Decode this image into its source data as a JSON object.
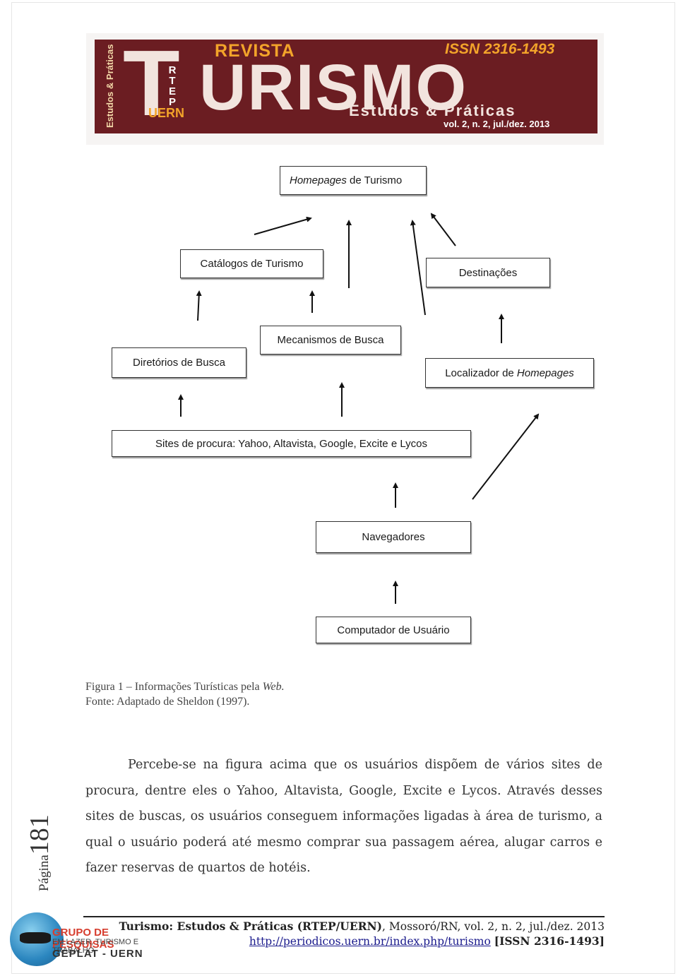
{
  "banner": {
    "side_text": "Estudos & Práticas",
    "letter_t": "T",
    "rtep": "R T E P",
    "uern": "UERN",
    "revista": "REVISTA",
    "urismo": "URISMO",
    "issn": "ISSN 2316-1493",
    "subtitle": "Estudos & Práticas",
    "volume": "vol. 2, n. 2, jul./dez. 2013",
    "colors": {
      "background": "#6b1d22",
      "accent": "#f3a42a"
    }
  },
  "diagram": {
    "homepages": {
      "italic": "Homepages",
      "rest": " de Turismo"
    },
    "catalogos": "Catálogos de Turismo",
    "destinacoes": "Destinações",
    "mecanismos": "Mecanismos de Busca",
    "diretorios": "Diretórios de Busca",
    "localizador": {
      "rest": "Localizador de ",
      "italic": "Homepages"
    },
    "sites": "Sites de procura: Yahoo, Altavista, Google, Excite e Lycos",
    "navegadores": "Navegadores",
    "computador": "Computador de Usuário"
  },
  "caption": {
    "figure_prefix": "Figura 1 – Informações Turísticas pela ",
    "figure_italic": "Web.",
    "source": "Fonte: Adaptado de Sheldon (1997)."
  },
  "body": {
    "paragraph": "Percebe-se na figura acima que os usuários dispõem de vários sites de procura, dentre eles o Yahoo, Altavista, Google, Excite e Lycos. Através desses sites de buscas, os usuários conseguem informações ligadas à área de turismo, a qual o usuário poderá até mesmo comprar sua passagem aérea, alugar carros e fazer reservas de quartos de hotéis."
  },
  "side": {
    "label": "Página",
    "number": "181"
  },
  "footer": {
    "journal": "Turismo: Estudos & Práticas (RTEP/UERN)",
    "details": ", Mossoró/RN, vol. 2, n. 2, jul./dez. 2013",
    "url": "http://periodicos.uern.br/index.php/turismo",
    "issn": "[ISSN 2316-1493]"
  },
  "logo": {
    "line1": "GRUPO DE PESQUISAS",
    "line2": "EM LAZER, TURISMO E TRABALHO",
    "line3": "GEPLAT - UERN"
  }
}
